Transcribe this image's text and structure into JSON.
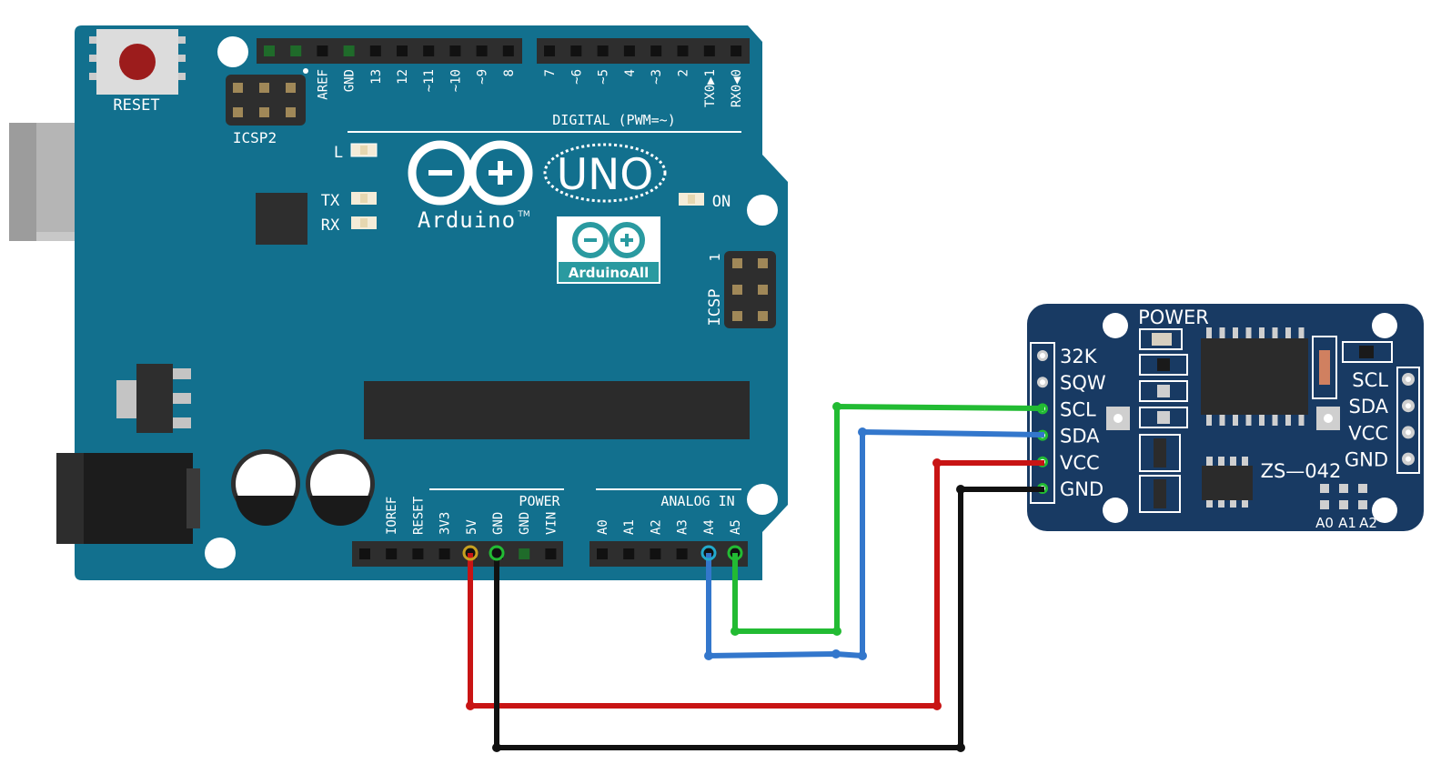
{
  "arduino": {
    "reset_label": "RESET",
    "icsp2_label": "ICSP2",
    "icsp_label": "ICSP",
    "icsp_pin1": "1",
    "digital_label": "DIGITAL (PWM=~)",
    "digital_pins": [
      "AREF",
      "GND",
      "13",
      "12",
      "~11",
      "~10",
      "~9",
      "8",
      "7",
      "~6",
      "~5",
      "4",
      "~3",
      "2",
      "TX0▶1",
      "RX0◀0"
    ],
    "led_l": "L",
    "led_tx": "TX",
    "led_rx": "RX",
    "led_on": "ON",
    "brand_name": "Arduino",
    "brand_tm": "TM",
    "model": "UNO",
    "watermark": "ArduinoAll",
    "power_label": "POWER",
    "power_pins": [
      "IOREF",
      "RESET",
      "3V3",
      "5V",
      "GND",
      "GND",
      "VIN"
    ],
    "analog_label": "ANALOG IN",
    "analog_pins": [
      "A0",
      "A1",
      "A2",
      "A3",
      "A4",
      "A5"
    ]
  },
  "module": {
    "name": "ZS—042",
    "power_led": "POWER",
    "left_pins": [
      "32K",
      "SQW",
      "SCL",
      "SDA",
      "VCC",
      "GND"
    ],
    "right_pins": [
      "SCL",
      "SDA",
      "VCC",
      "GND"
    ],
    "address_pads": [
      "A0",
      "A1",
      "A2"
    ]
  },
  "wires": [
    {
      "from": "A5",
      "to": "SCL",
      "color": "#22bb33"
    },
    {
      "from": "A4",
      "to": "SDA",
      "color": "#3377cc"
    },
    {
      "from": "5V",
      "to": "VCC",
      "color": "#c81414"
    },
    {
      "from": "GND",
      "to": "GND",
      "color": "#111111"
    }
  ],
  "colors": {
    "board": "#12708e",
    "module": "#183a63",
    "header": "#2e2e2e"
  }
}
